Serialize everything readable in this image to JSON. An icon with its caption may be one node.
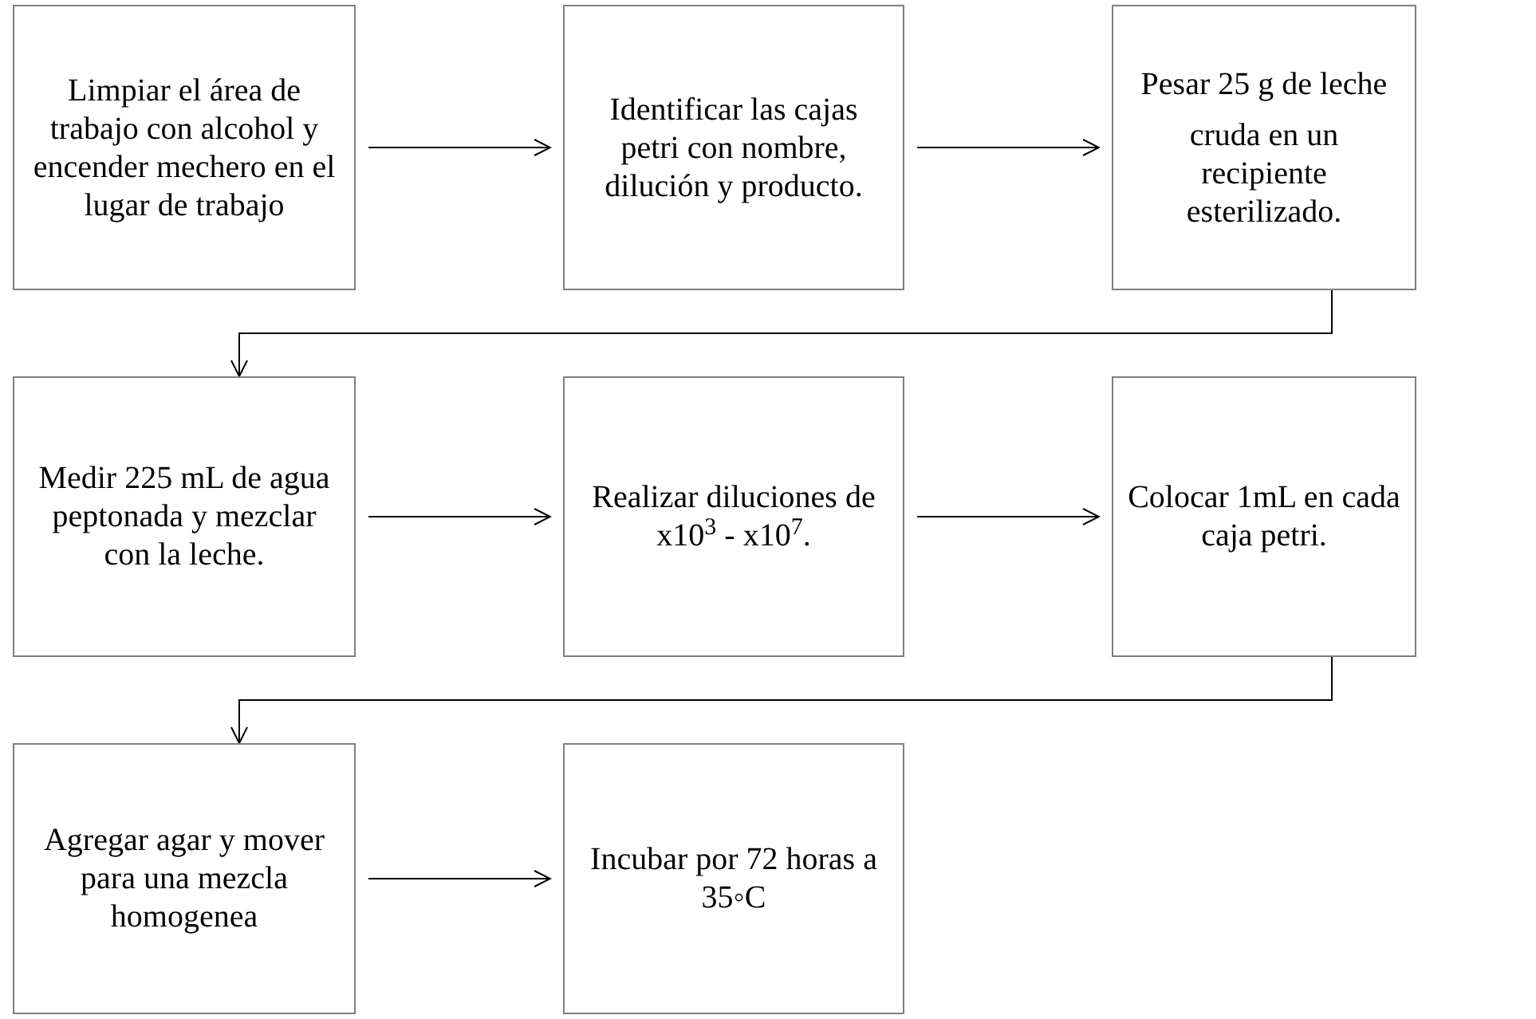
{
  "diagram": {
    "nodes": [
      {
        "text": [
          "Limpiar el área de trabajo con alcohol y encender mechero en el lugar de trabajo"
        ]
      },
      {
        "text": [
          "Identificar las cajas petri con nombre, dilución y producto."
        ]
      },
      {
        "text": [
          "Pesar 25 g de leche",
          "cruda en un recipiente esterilizado."
        ]
      },
      {
        "text": [
          "Medir 225 mL de agua peptonada y mezclar con la leche."
        ]
      },
      {
        "text": [
          "Realizar diluciones de x10$^{3}$ - x10$^{7}$."
        ]
      },
      {
        "text": [
          "Colocar 1mL en cada caja petri."
        ]
      },
      {
        "text": [
          "Agregar agar y mover para una mezcla homogenea"
        ]
      },
      {
        "text": [
          "Incubar por 72 horas a 35◦C"
        ]
      }
    ],
    "edges": [
      {
        "from": 0,
        "to": 1,
        "arrow": "to"
      },
      {
        "from": 1,
        "to": 2,
        "arrow": "to"
      },
      {
        "from": 2,
        "to": 3,
        "arrow": "to"
      },
      {
        "from": 3,
        "to": 4,
        "arrow": "to"
      },
      {
        "from": 4,
        "to": 5,
        "arrow": "to"
      },
      {
        "from": 5,
        "to": 6,
        "arrow": "to"
      },
      {
        "from": 6,
        "to": 7,
        "arrow": "to"
      }
    ]
  }
}
